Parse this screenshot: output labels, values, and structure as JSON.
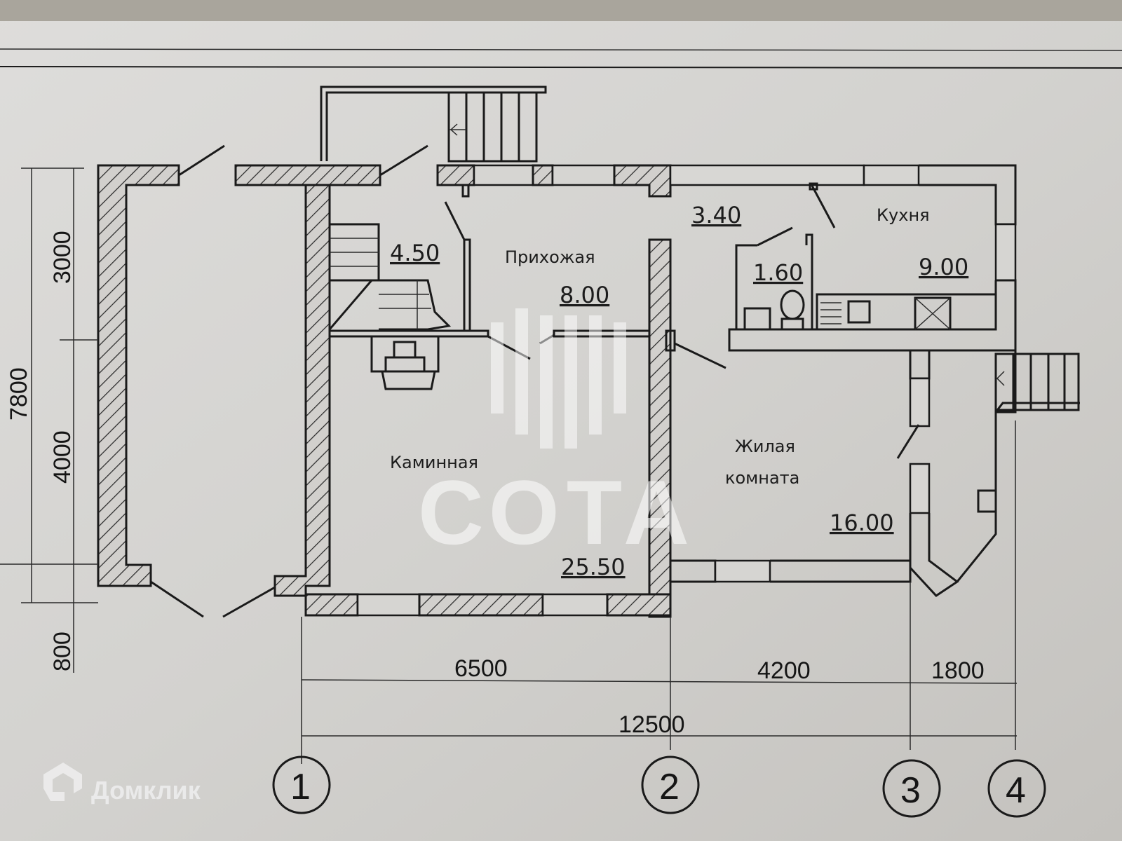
{
  "rooms": [
    {
      "name": "Прихожая",
      "area": "8.00"
    },
    {
      "name": "Каминная",
      "area": "25.50"
    },
    {
      "name": "Кухня",
      "area": "9.00"
    },
    {
      "name": "Жилая",
      "name2": "комната",
      "area": "16.00"
    },
    {
      "name": "",
      "area": "4.50"
    },
    {
      "name": "",
      "area": "3.40"
    },
    {
      "name": "",
      "area": "1.60"
    }
  ],
  "dimensions": {
    "vertical": [
      "3000",
      "4000",
      "7800",
      "800"
    ],
    "horizontal": [
      "6500",
      "4200",
      "1800"
    ],
    "total": "12500"
  },
  "axes": [
    "1",
    "2",
    "3",
    "4"
  ],
  "watermark": "СОТА",
  "logo": "Домклик"
}
